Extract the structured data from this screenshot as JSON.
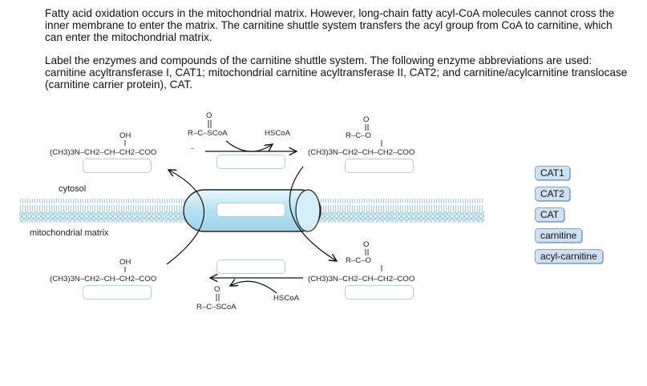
{
  "intro": {
    "p1": "Fatty acid oxidation occurs in the mitochondrial matrix. However, long-chain fatty acyl-CoA molecules cannot cross the inner membrane to enter the matrix. The carnitine shuttle system transfers the acyl group from CoA to carnitine, which can enter the mitochondrial matrix.",
    "p2": "Label the enzymes and compounds of the carnitine shuttle system. The following enzyme abbreviations are used: carnitine acyltransferase I, CAT1; mitochondrial carnitine acyltransferase II, CAT2; and carnitine/acylcarnitine translocase (carnitine carrier protein), CAT."
  },
  "diagram": {
    "cytosol_label": "cytosol",
    "matrix_label": "mitochondrial matrix",
    "carnitine_chain": "(CH3)3N–CH2–CH–CH2–COO",
    "oh": "OH",
    "o": "O",
    "r_c_o": "R–C–O",
    "acyl_coa": "R–C–SCoA",
    "hscoa": "HSCoA"
  },
  "answer_bank": [
    "CAT1",
    "CAT2",
    "CAT",
    "carnitine",
    "acyl-carnitine"
  ]
}
